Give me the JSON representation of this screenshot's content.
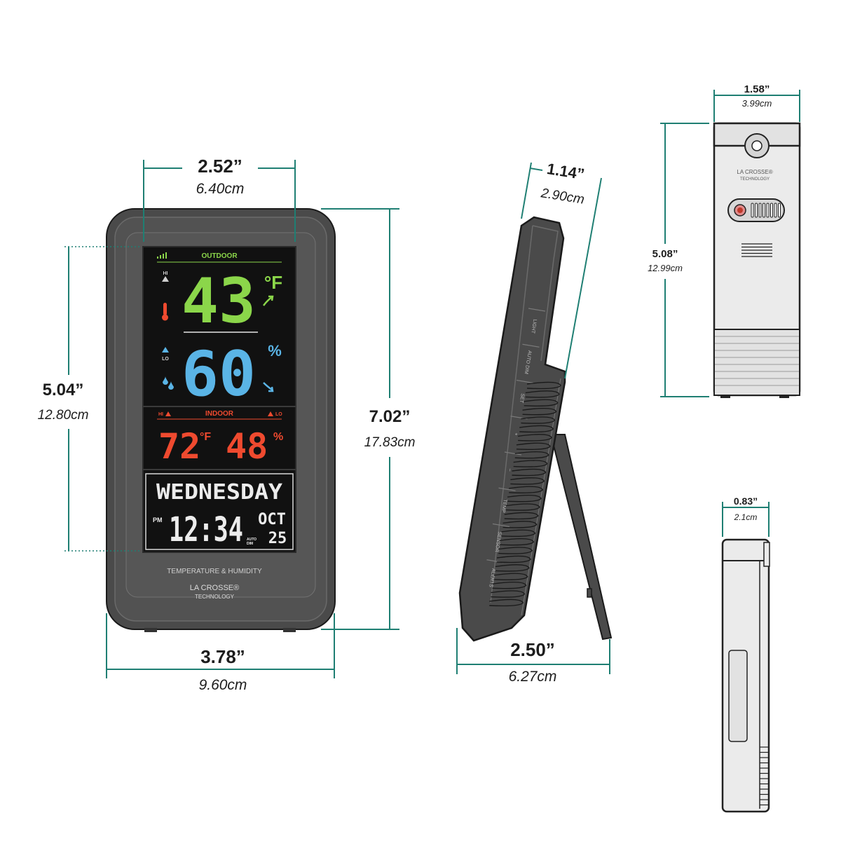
{
  "dimensions": {
    "front_width": {
      "inches": "2.52”",
      "cm": "6.40cm"
    },
    "front_screen_height": {
      "inches": "5.04”",
      "cm": "12.80cm"
    },
    "front_height": {
      "inches": "7.02”",
      "cm": "17.83cm"
    },
    "front_base_width": {
      "inches": "3.78”",
      "cm": "9.60cm"
    },
    "side_depth_top": {
      "inches": "1.14”",
      "cm": "2.90cm"
    },
    "side_depth_base": {
      "inches": "2.50”",
      "cm": "6.27cm"
    },
    "sensor_width": {
      "inches": "1.58”",
      "cm": "3.99cm"
    },
    "sensor_height": {
      "inches": "5.08”",
      "cm": "12.99cm"
    },
    "sensor_depth": {
      "inches": "0.83”",
      "cm": "2.1cm"
    }
  },
  "display": {
    "outdoor_label": "OUTDOOR",
    "hi_label": "HI",
    "lo_label": "LO",
    "outdoor_temp": "43",
    "temp_unit": "°F",
    "outdoor_humidity": "60",
    "humidity_unit": "%",
    "indoor_label": "INDOOR",
    "indoor_hi": "HI",
    "indoor_lo": "LO",
    "indoor_temp": "72",
    "indoor_temp_unit": "°F",
    "indoor_humidity": "48",
    "indoor_humidity_unit": "%",
    "weekday": "WEDNESDAY",
    "pm_label": "PM",
    "time": "12:34",
    "auto_dim_1": "AUTO",
    "auto_dim_2": "DIM",
    "month": "OCT",
    "day": "25",
    "product_caption": "TEMPERATURE & HUMIDITY",
    "brand_line1": "LA CROSSE®",
    "brand_line2": "TECHNOLOGY"
  },
  "side_buttons": [
    "LIGHT",
    "AUTO DIM",
    "SET",
    "+",
    "–",
    "TEMP",
    "SENSOR",
    "ALERTS"
  ],
  "sensor": {
    "brand_line1": "LA CROSSE®",
    "brand_line2": "TECHNOLOGY"
  },
  "colors": {
    "accent_teal": "#1f7f73",
    "outdoor_temp": "#8bd64a",
    "outdoor_humidity": "#5ab4e6",
    "indoor_red": "#ef4a2f",
    "station_body": "#4a4a4a"
  },
  "icons": [
    "signal-icon",
    "thermometer-icon",
    "droplet-icon",
    "trend-up-arrow-icon",
    "trend-down-arrow-icon",
    "hi-alert-triangle-icon",
    "lo-alert-triangle-icon"
  ]
}
